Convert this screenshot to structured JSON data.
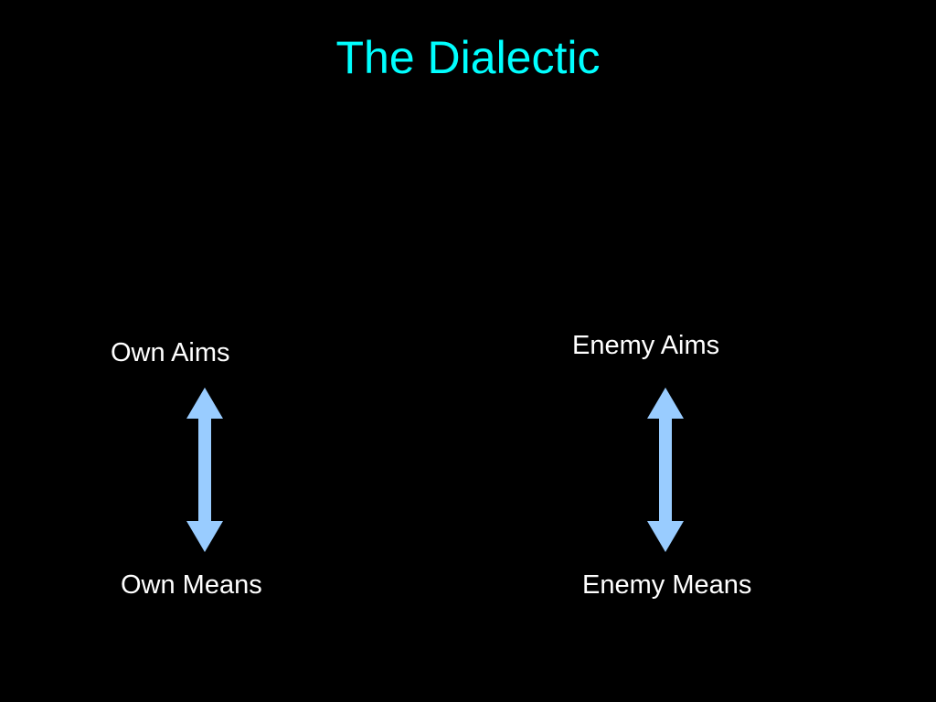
{
  "slide": {
    "title": "The Dialectic",
    "title_color": "#00FFFF",
    "background_color": "#000000",
    "text_color": "#FFFFFF",
    "arrow_color": "#99CCFF"
  },
  "own": {
    "aims_label": "Own Aims",
    "means_label": "Own Means",
    "arrow_icon": "double-headed-vertical-arrow"
  },
  "enemy": {
    "aims_label": "Enemy Aims",
    "means_label": "Enemy Means",
    "arrow_icon": "double-headed-vertical-arrow"
  }
}
